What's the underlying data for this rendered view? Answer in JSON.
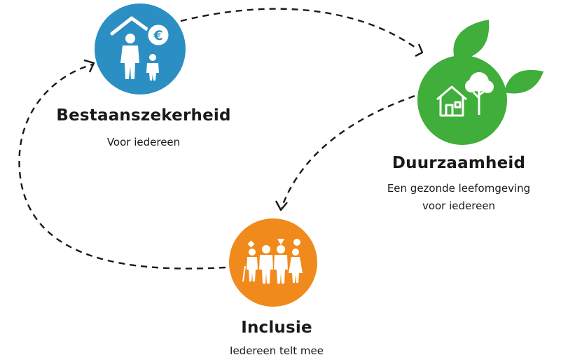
{
  "nodes": {
    "bestaanszekerheid": {
      "title": "Bestaanszekerheid",
      "subtitle": "Voor iedereen",
      "color": "#2b8fc4",
      "icon": "parent-child-house-euro-icon"
    },
    "duurzaamheid": {
      "title": "Duurzaamheid",
      "subtitle_lines": [
        "Een gezonde leefomgeving",
        "voor iedereen"
      ],
      "color": "#3fae3a",
      "icon": "house-tree-leaf-icon"
    },
    "inclusie": {
      "title": "Inclusie",
      "subtitle": "Iedereen telt mee",
      "color": "#f08a1c",
      "icon": "diverse-people-group-icon"
    }
  },
  "connectors": {
    "style": "dashed",
    "direction": "clockwise",
    "links": [
      {
        "from": "Bestaanszekerheid",
        "to": "Duurzaamheid"
      },
      {
        "from": "Duurzaamheid",
        "to": "Inclusie"
      },
      {
        "from": "Inclusie",
        "to": "Bestaanszekerheid"
      }
    ]
  }
}
